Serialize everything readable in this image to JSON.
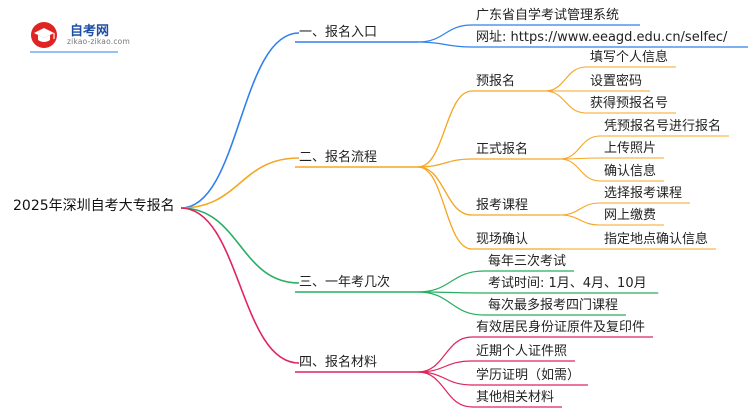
{
  "logo": {
    "name": "自考网",
    "url": "zikao-zikao.com"
  },
  "root": "2025年深圳自考大专报名",
  "branches": [
    {
      "label": "一、报名入口",
      "color": "#2f80ed",
      "items": [
        "广东省自学考试管理系统",
        "网址: https://www.eeagd.edu.cn/selfec/"
      ]
    },
    {
      "label": "二、报名流程",
      "color": "#f5a623",
      "subs": [
        {
          "label": "预报名",
          "items": [
            "填写个人信息",
            "设置密码",
            "获得预报名号"
          ]
        },
        {
          "label": "正式报名",
          "items": [
            "凭预报名号进行报名",
            "上传照片",
            "确认信息"
          ]
        },
        {
          "label": "报考课程",
          "items": [
            "选择报考课程",
            "网上缴费"
          ]
        },
        {
          "label": "现场确认",
          "items": [
            "指定地点确认信息"
          ]
        }
      ]
    },
    {
      "label": "三、一年考几次",
      "color": "#27ae60",
      "items": [
        "每年三次考试",
        "考试时间: 1月、4月、10月",
        "每次最多报考四门课程"
      ]
    },
    {
      "label": "四、报名材料",
      "color": "#e0245e",
      "items": [
        "有效居民身份证原件及复印件",
        "近期个人证件照",
        "学历证明（如需）",
        "其他相关材料"
      ]
    }
  ]
}
